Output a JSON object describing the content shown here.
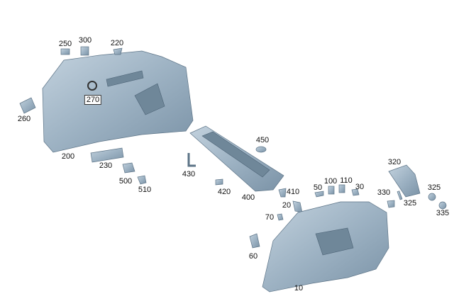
{
  "diagram": {
    "part_color": "#9db2c3",
    "callouts": [
      {
        "id": "250",
        "label": "250"
      },
      {
        "id": "300",
        "label": "300"
      },
      {
        "id": "220",
        "label": "220"
      },
      {
        "id": "270",
        "label": "270",
        "boxed": true
      },
      {
        "id": "260",
        "label": "260"
      },
      {
        "id": "200",
        "label": "200"
      },
      {
        "id": "230",
        "label": "230"
      },
      {
        "id": "500",
        "label": "500"
      },
      {
        "id": "510",
        "label": "510"
      },
      {
        "id": "430",
        "label": "430"
      },
      {
        "id": "420",
        "label": "420"
      },
      {
        "id": "450",
        "label": "450"
      },
      {
        "id": "400",
        "label": "400"
      },
      {
        "id": "410",
        "label": "410"
      },
      {
        "id": "50",
        "label": "50"
      },
      {
        "id": "100",
        "label": "100"
      },
      {
        "id": "110",
        "label": "110"
      },
      {
        "id": "30",
        "label": "30"
      },
      {
        "id": "20",
        "label": "20"
      },
      {
        "id": "70",
        "label": "70"
      },
      {
        "id": "320",
        "label": "320"
      },
      {
        "id": "330",
        "label": "330"
      },
      {
        "id": "325a",
        "label": "325"
      },
      {
        "id": "325b",
        "label": "325"
      },
      {
        "id": "335",
        "label": "335"
      },
      {
        "id": "60",
        "label": "60"
      },
      {
        "id": "10",
        "label": "10"
      }
    ]
  }
}
